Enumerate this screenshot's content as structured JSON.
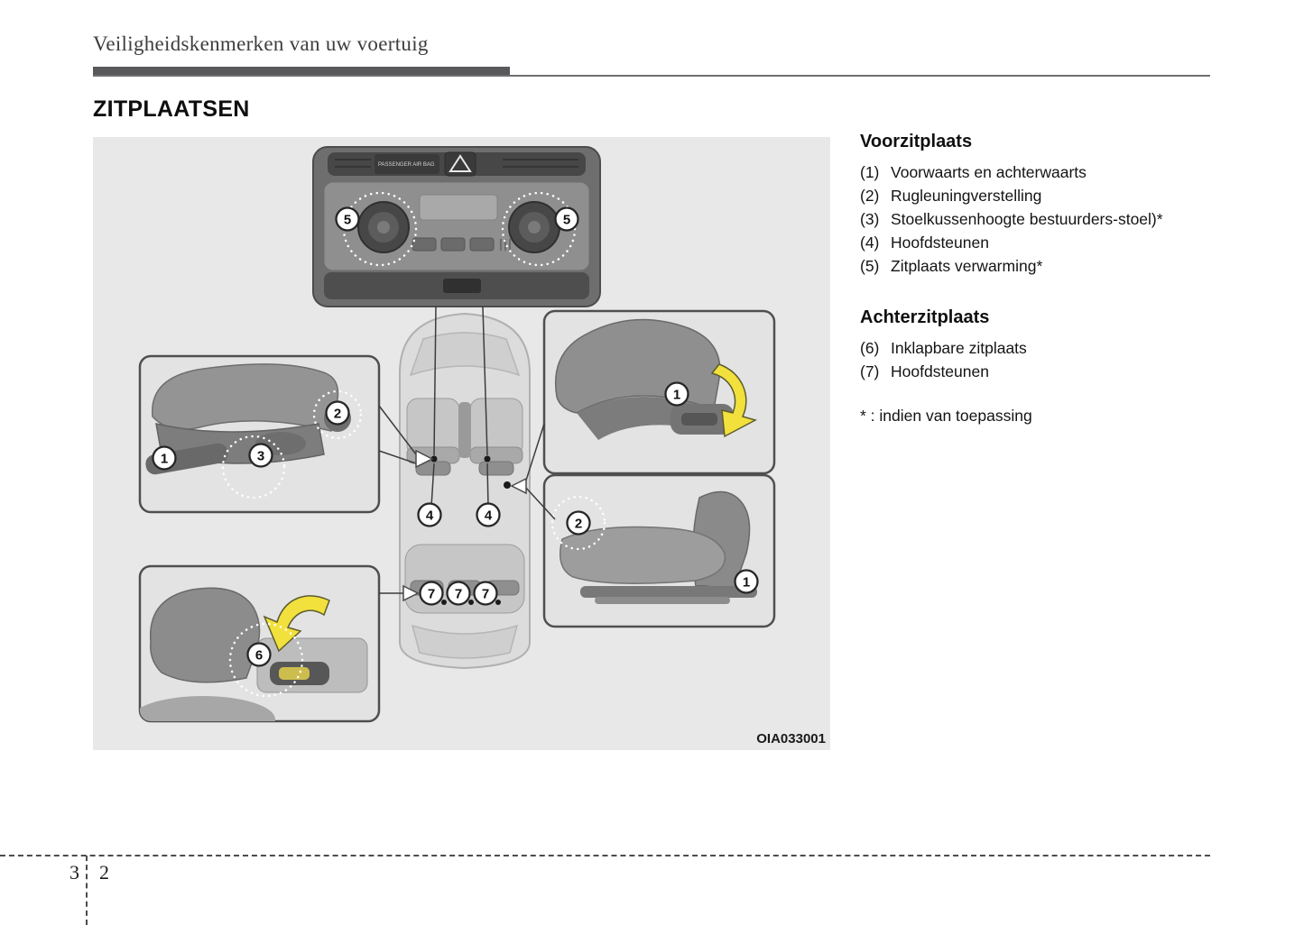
{
  "page": {
    "header": "Veiligheidskenmerken van uw voertuig",
    "section_title": "ZITPLAATSEN",
    "page_number_left": "3",
    "page_number_right": "2"
  },
  "figure": {
    "code": "OIA033001",
    "panel_label": "PASSENGER AIR BAG",
    "callouts": {
      "n1": "1",
      "n2": "2",
      "n3": "3",
      "n4": "4",
      "n5": "5",
      "n6": "6",
      "n7": "7"
    }
  },
  "legend": {
    "front": {
      "title": "Voorzitplaats",
      "items": [
        {
          "num": "(1)",
          "text": "Voorwaarts en achterwaarts"
        },
        {
          "num": "(2)",
          "text": "Rugleuningverstelling"
        },
        {
          "num": "(3)",
          "text": "Stoelkussenhoogte bestuurders-stoel)*"
        },
        {
          "num": "(4)",
          "text": "Hoofdsteunen"
        },
        {
          "num": "(5)",
          "text": "Zitplaats verwarming*"
        }
      ]
    },
    "rear": {
      "title": "Achterzitplaats",
      "items": [
        {
          "num": "(6)",
          "text": "Inklapbare zitplaats"
        },
        {
          "num": "(7)",
          "text": "Hoofdsteunen"
        }
      ]
    },
    "footnote": "* : indien van toepassing"
  }
}
